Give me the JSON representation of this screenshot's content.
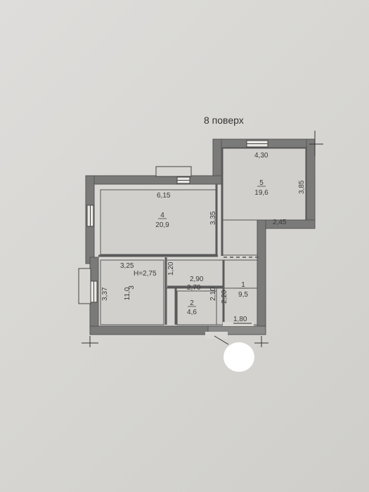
{
  "floor_label": "8 поверх",
  "rooms": [
    {
      "number": "1",
      "area": "9,5"
    },
    {
      "number": "2",
      "area": "4,6"
    },
    {
      "number": "3",
      "area": "11,0"
    },
    {
      "number": "4",
      "area": "20,9"
    },
    {
      "number": "5",
      "area": "19,6"
    }
  ],
  "dimensions": {
    "d430": "4,30",
    "d385": "3,85",
    "d245": "2,45",
    "d615": "6,15",
    "d335": "3,35",
    "d325": "3,25",
    "height": "H=2,75",
    "d120": "1,20",
    "d290": "2,90",
    "d337": "3,37",
    "d270": "2,70",
    "d210": "2,10",
    "d220": "2,20",
    "d180": "1,80"
  },
  "colors": {
    "wall": "#6a6a6a",
    "room_fill": "#d2d1cd",
    "paper": "#d9d8d4"
  }
}
